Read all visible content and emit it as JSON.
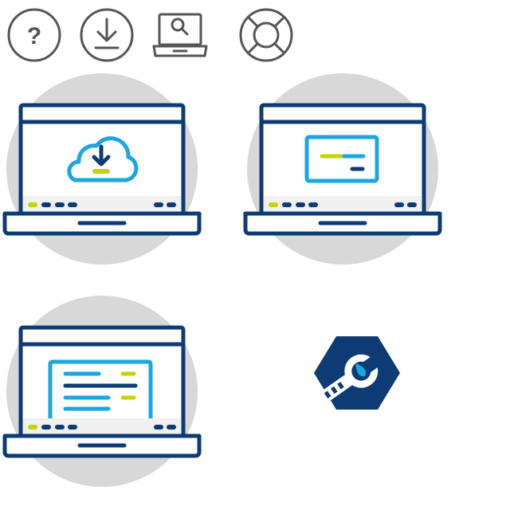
{
  "help_icon": {
    "glyph": "?"
  },
  "colors": {
    "navy": "#0d3b73",
    "sky": "#1aa6e0",
    "lime": "#c4d600",
    "circle_gray": "#d8d8d8",
    "icon_gray": "#555555",
    "statusbar_gray": "#f0f0f0"
  },
  "icons": {
    "toolbar": [
      "help-icon",
      "download-icon",
      "laptop-search-icon",
      "lifebuoy-icon"
    ],
    "illustrations": [
      "laptop-cloud-download-illustration",
      "laptop-card-illustration",
      "laptop-document-illustration",
      "wrench-hexagon-badge-icon"
    ]
  }
}
